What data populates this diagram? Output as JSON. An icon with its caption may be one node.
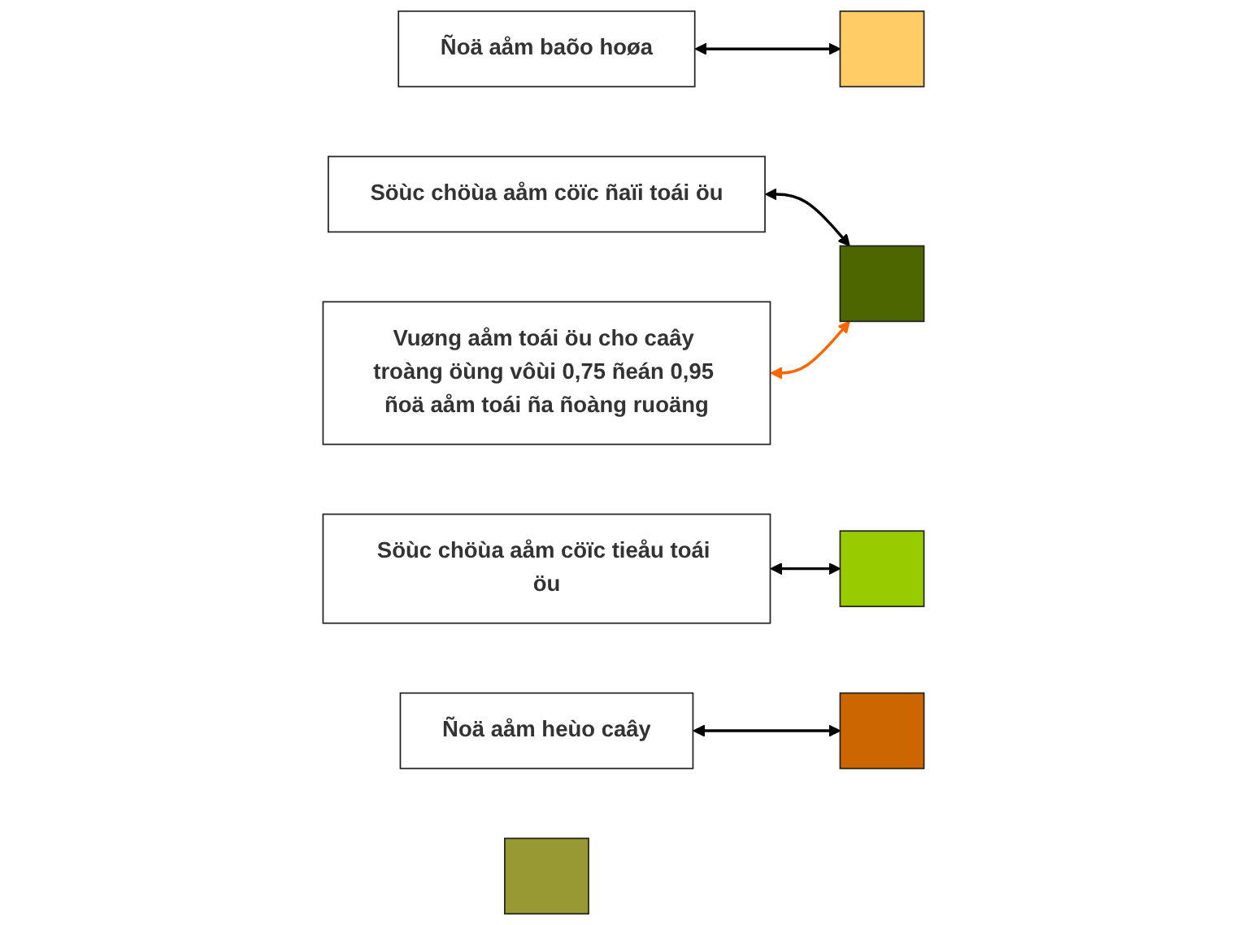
{
  "diagram": {
    "nodes": [
      {
        "text": [
          "Ñoä aåm baõo hoøa"
        ]
      },
      {
        "text": [
          "Söùc chöùa aåm cöïc ñaïi toái öu"
        ]
      },
      {
        "text": [
          "Vuøng aåm toái öu cho caây troàng öùng vôùi 0,75 ñeán 0,95 ñoä aåm toái ña ñoàng ruoäng"
        ]
      },
      {
        "text": [
          "Söùc chöùa aåm cöïc tieåu toái öu"
        ]
      },
      {
        "text": [
          "Ñoä aåm heùo caây"
        ]
      },
      {
        "text": [],
        "shape": "box"
      },
      {
        "text": [],
        "shape": "box"
      },
      {
        "text": [],
        "shape": "box"
      },
      {
        "text": [],
        "shape": "box"
      },
      {
        "text": [],
        "shape": "box"
      }
    ],
    "edges": [
      {
        "from": 0,
        "to": 5,
        "arrow": "both"
      },
      {
        "from": 1,
        "to": 6,
        "arrow": "both"
      },
      {
        "from": 2,
        "to": 6,
        "arrow": "both",
        "color": "#ff6600"
      },
      {
        "from": 3,
        "to": 8,
        "arrow": "both"
      },
      {
        "from": 4,
        "to": 9,
        "arrow": "both"
      }
    ]
  }
}
